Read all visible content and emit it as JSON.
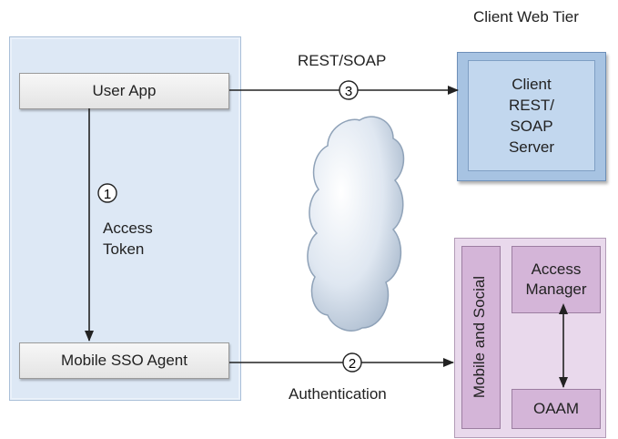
{
  "tier_label": "Client Web Tier",
  "device": {
    "user_app": "User App",
    "sso_agent": "Mobile SSO Agent",
    "token_label": "Access\nToken"
  },
  "server": {
    "label": "Client\nREST/\nSOAP\nServer"
  },
  "mobile_social": {
    "vertical_label": "Mobile and Social",
    "access_manager": "Access\nManager",
    "oaam": "OAAM"
  },
  "connections": [
    {
      "step": "1",
      "label": ""
    },
    {
      "step": "2",
      "label": "Authentication"
    },
    {
      "step": "3",
      "label": "REST/SOAP"
    }
  ]
}
